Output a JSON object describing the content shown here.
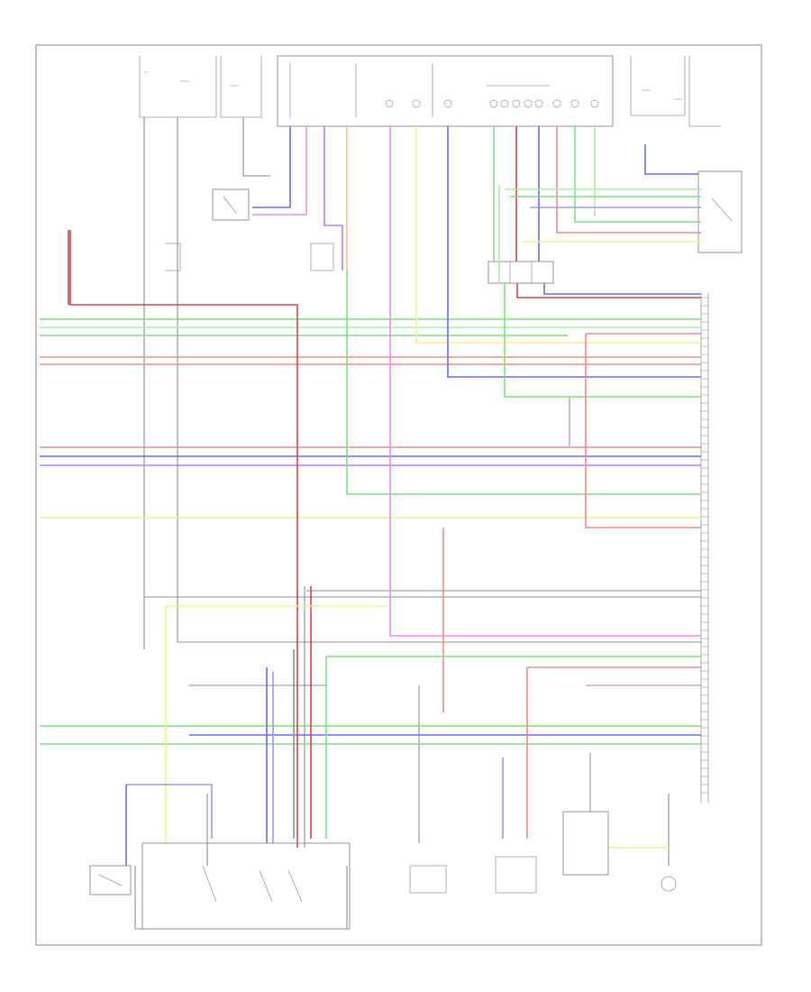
{
  "diagram": {
    "page_marker": "",
    "wire_colors": {
      "red": "#f08a8a",
      "dark_red": "#d24646",
      "green": "#7fe07f",
      "light_green": "#a8f0a8",
      "yellow": "#f2f28a",
      "blue": "#6b6bf0",
      "light_blue": "#9a9af5",
      "violet": "#c676f2",
      "pink": "#f08af0",
      "orange": "#f5c58a",
      "gray": "#8e8e8e"
    },
    "components": [
      {
        "id": "top-left-header"
      },
      {
        "id": "combination-meter"
      },
      {
        "id": "top-right-header"
      },
      {
        "id": "left-relay"
      },
      {
        "id": "left-switch"
      },
      {
        "id": "center-sensor"
      },
      {
        "id": "right-connector"
      },
      {
        "id": "right-ecu-box"
      },
      {
        "id": "bottom-fuse-box"
      },
      {
        "id": "bottom-switch-group"
      },
      {
        "id": "bottom-sensor-1"
      },
      {
        "id": "bottom-sensor-2"
      },
      {
        "id": "bottom-solenoid"
      },
      {
        "id": "bottom-lamp"
      }
    ]
  }
}
